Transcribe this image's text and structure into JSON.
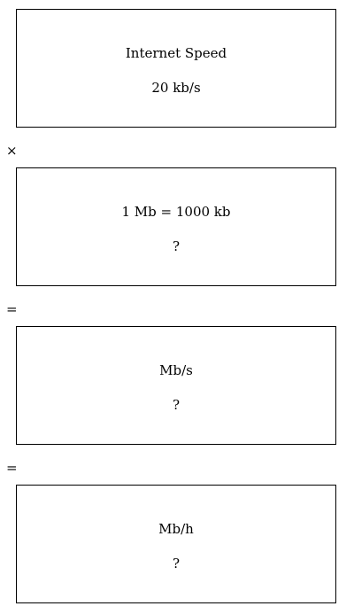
{
  "cards": [
    {
      "title": "Internet Speed",
      "value": "20 kb/s"
    },
    {
      "title": "1 Mb = 1000 kb",
      "value": "?"
    },
    {
      "title": "Mb/s",
      "value": "?"
    },
    {
      "title": "Mb/h",
      "value": "?"
    }
  ],
  "operators": [
    "×",
    "=",
    "="
  ]
}
